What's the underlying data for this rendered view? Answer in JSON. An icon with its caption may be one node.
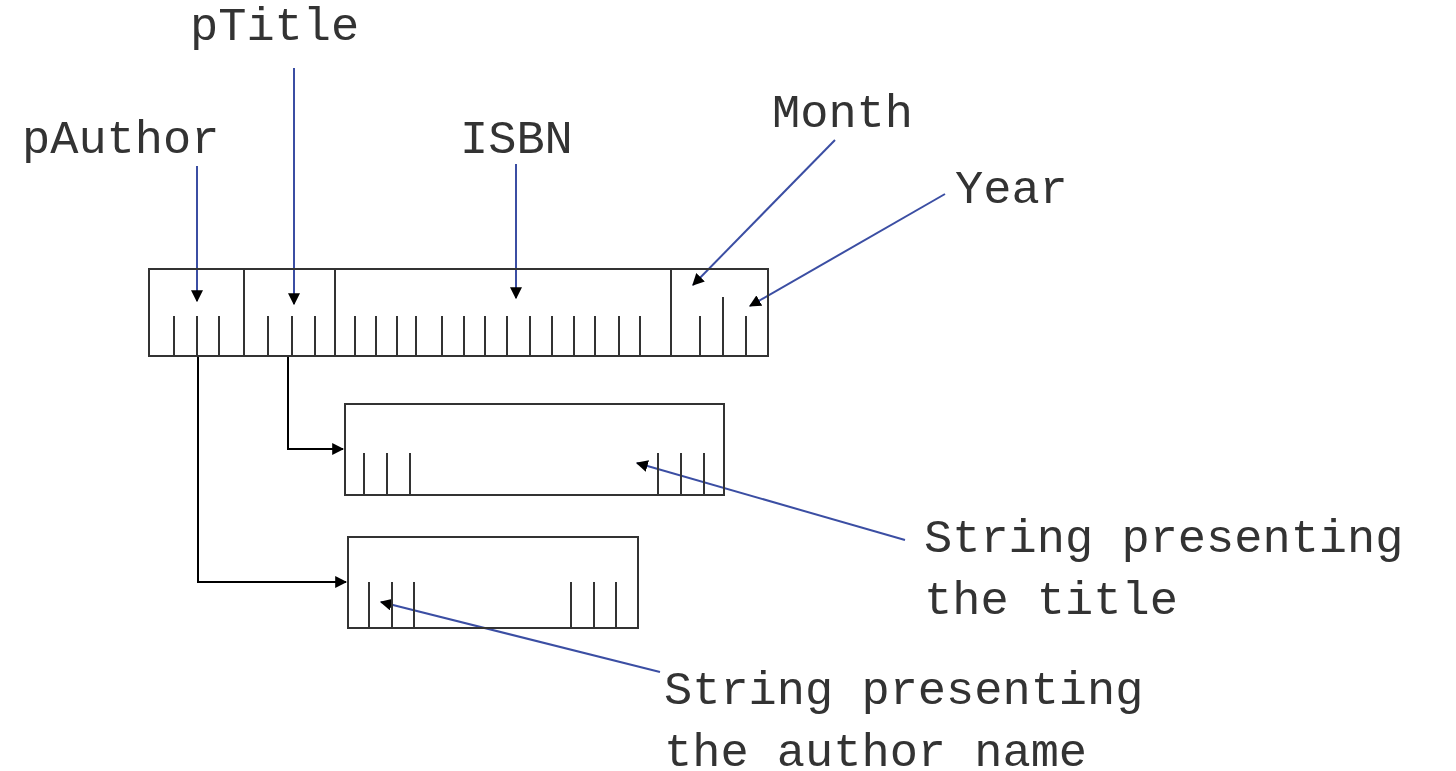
{
  "diagram": {
    "nodes": [
      {
        "text": [
          "pAuthor"
        ]
      },
      {
        "text": [
          "pTitle"
        ]
      },
      {
        "text": [
          "ISBN"
        ]
      },
      {
        "text": [
          "Month"
        ]
      },
      {
        "text": [
          "Year"
        ]
      },
      {
        "text": [],
        "shape": "box"
      },
      {
        "text": [],
        "shape": "box",
        "in": 5
      },
      {
        "text": [],
        "shape": "box",
        "in": 5
      },
      {
        "text": [],
        "shape": "box",
        "in": 5
      },
      {
        "text": [],
        "shape": "box",
        "in": 5
      },
      {
        "text": [],
        "shape": "box"
      },
      {
        "text": [],
        "shape": "box"
      },
      {
        "text": [
          "String presenting the title"
        ]
      },
      {
        "text": [
          "String presenting the author name"
        ]
      }
    ],
    "edges": [
      {
        "from": 0,
        "to": 6,
        "arrow": "to"
      },
      {
        "from": 1,
        "to": 7,
        "arrow": "to"
      },
      {
        "from": 2,
        "to": 8,
        "arrow": "to"
      },
      {
        "from": 3,
        "to": 9,
        "arrow": "to"
      },
      {
        "from": 4,
        "to": 9,
        "arrow": "to"
      },
      {
        "from": 7,
        "to": 10,
        "arrow": "to",
        "color": "#000000"
      },
      {
        "from": 6,
        "to": 11,
        "arrow": "to",
        "color": "#000000"
      },
      {
        "from": 12,
        "to": 10,
        "arrow": "to"
      },
      {
        "from": 13,
        "to": 11,
        "arrow": "to"
      }
    ]
  }
}
